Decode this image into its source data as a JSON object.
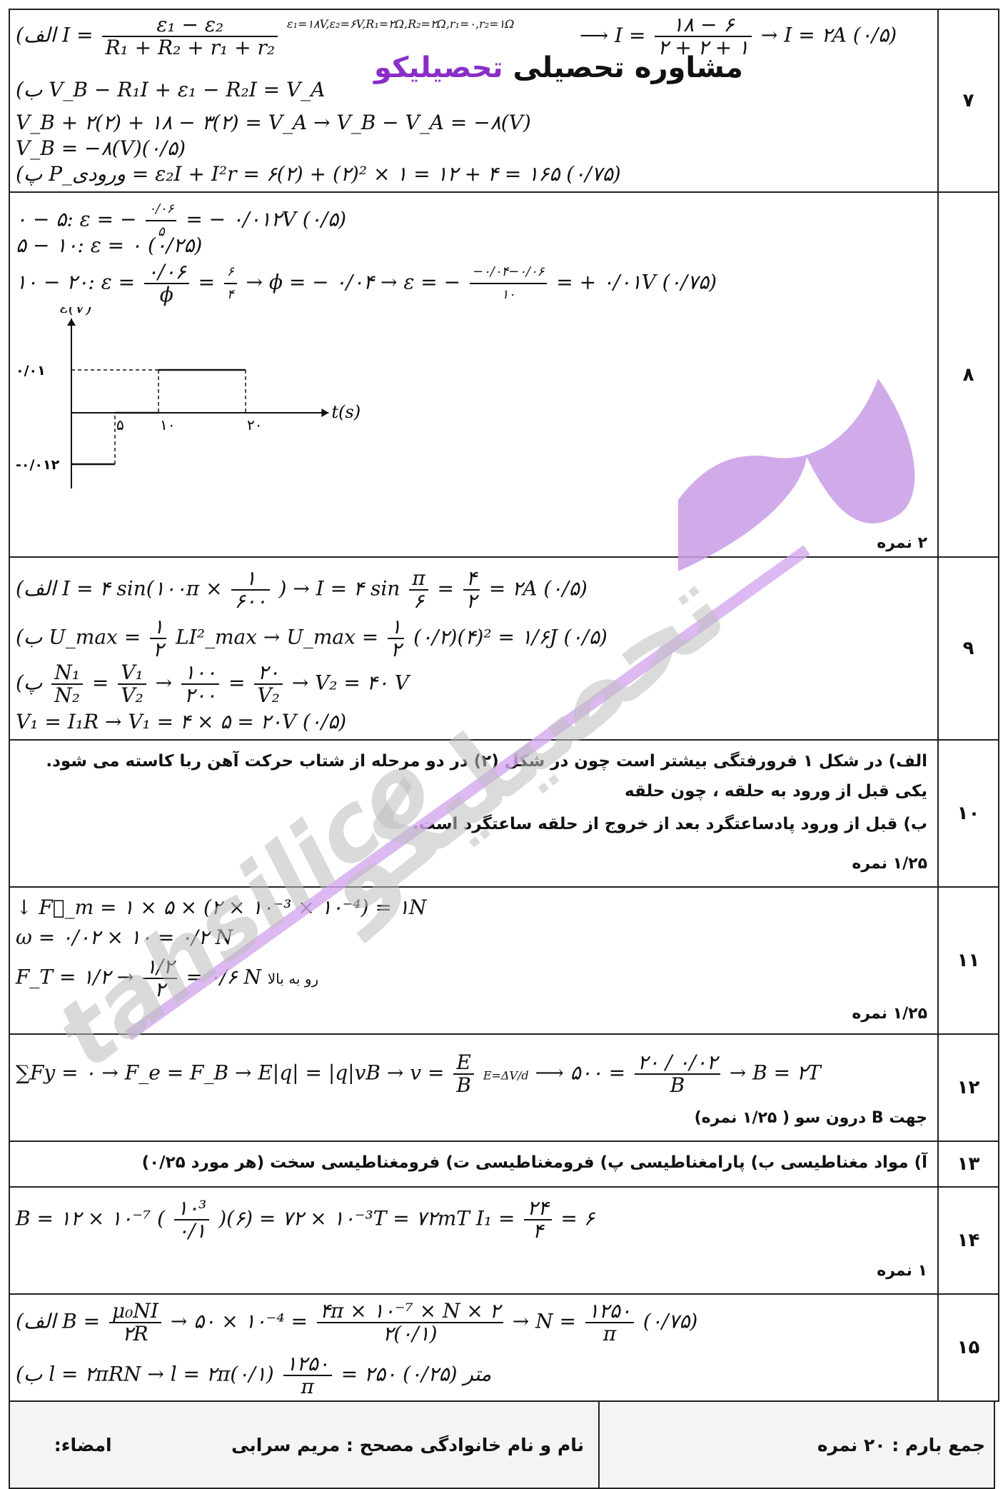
{
  "brand": {
    "part1": "مشاوره تحصیلی",
    "part2": "تحصیلیکو"
  },
  "watermark": {
    "text_fa": "تحصیلیکو",
    "text_en": "tahsilico"
  },
  "q7": {
    "number": "۷",
    "l1": "(الف I =",
    "l1_num": "ε₁ − ε₂",
    "l1_den": "R₁ + R₂ + r₁ + r₂",
    "l1_cond": "ε₁=۱۸V,ε₂=۶V,R₁=۲Ω,R₂=۲Ω,r₁=۰,r₂=۱Ω",
    "l1_arrow": "⟶ I =",
    "l1_num2": "۱۸ − ۶",
    "l1_den2": "۲ + ۲ + ۱",
    "l1_tail": "→ I = ۲A   (۰/۵)",
    "l2": "(ب V_B − R₁I + ε₁ − R₂I = V_A",
    "l3": "V_B + ۲(۲) + ۱۸ − ۳(۲) = V_A → V_B − V_A = −۸(V)",
    "l4": "V_B = −۸(V)(۰/۵)",
    "l5": "(پ P_ورودی = ε₂I + I²r = ۶(۲) + (۲)² × ۱ = ۱۲ + ۴ = ۱۶۵   (۰/۷۵)"
  },
  "q8": {
    "number": "۸",
    "l1": "۰ − ۵: ε = −",
    "l1_num": "۰/۰۶",
    "l1_den": "۵",
    "l1_tail": "= − ۰/۰۱۲V  (۰/۵)",
    "l2": "۵ − ۱۰: ε = ۰ (۰/۲۵)",
    "l3": "۱۰ − ۲۰: ε =",
    "l3_n1": "۰/۰۶",
    "l3_d1": "ϕ",
    "l3_eq": "=",
    "l3_n2": "۶",
    "l3_d2": "۴",
    "l3_mid": "→ ϕ = − ۰/۰۴ → ε = −",
    "l3_n3": "−۰/۰۴−۰/۰۶",
    "l3_d3": "۱۰",
    "l3_tail": "= + ۰/۰۱V (۰/۷۵)",
    "mark": "۲ نمره"
  },
  "chart_data": {
    "type": "line",
    "title": "",
    "xlabel": "t(s)",
    "ylabel": "ε(V)",
    "x_ticks": [
      "۵",
      "۱۰",
      "۲۰"
    ],
    "y_ticks": [
      "۰/۰۱",
      "-۰/۰۱۲"
    ],
    "series": [
      {
        "points": [
          [
            0,
            -0.012
          ],
          [
            5,
            -0.012
          ],
          [
            5,
            0
          ],
          [
            10,
            0
          ],
          [
            10,
            0.01
          ],
          [
            20,
            0.01
          ],
          [
            20,
            0
          ]
        ]
      }
    ],
    "xlim": [
      0,
      32
    ],
    "ylim": [
      -0.016,
      0.022
    ]
  },
  "q9": {
    "number": "۹",
    "l1a": "(الف I = ۴ sin(۱۰۰π ×",
    "l1_n1": "۱",
    "l1_d1": "۶۰۰",
    "l1b": ") → I = ۴ sin",
    "l1_n2": "π",
    "l1_d2": "۶",
    "l1c": "=",
    "l1_n3": "۴",
    "l1_d3": "۲",
    "l1d": "= ۲A   (۰/۵)",
    "l2a": "(ب U_max =",
    "l2_n": "۱",
    "l2_d": "۲",
    "l2b": "LI²_max → U_max =",
    "l2_n2": "۱",
    "l2_d2": "۲",
    "l2c": "(۰/۲)(۴)² = ۱/۶J   (۰/۵)",
    "l3a": "(پ",
    "l3_n1": "N₁",
    "l3_d1": "N₂",
    "l3_eq1": "=",
    "l3_n2": "V₁",
    "l3_d2": "V₂",
    "l3_ar1": "→",
    "l3_n3": "۱۰۰",
    "l3_d3": "۲۰۰",
    "l3_eq2": "=",
    "l3_n4": "۲۰",
    "l3_d4": "V₂",
    "l3b": "→ V₂ = ۴۰ V",
    "l4": "V₁ = I₁R → V₁ = ۴ × ۵ = ۲۰V   (۰/۵)"
  },
  "q10": {
    "number": "۱۰",
    "l1": "الف) در شکل ۱ فرورفتگی بیشتر است چون در شکل (۲) در دو مرحله از شتاب حرکت آهن ربا کاسته می شود. یکی قبل از ورود به حلقه ، چون حلقه",
    "l2": "ب) قبل از ورود پادساعتگرد بعد از خروج از حلقه ساعتگرد است.",
    "mark": "۱/۲۵ نمره"
  },
  "q11": {
    "number": "۱۱",
    "l1": "↓ F⃗_m = ۱ × ۵ × (۲ × ۱۰⁻³ × ۱۰⁻⁴) = ۱N",
    "l2": "ω = ۰/۰۲ × ۱۰ = ۰/۲ N",
    "l3a": "F_T = ۱/۲ →",
    "l3_n": "۱/۲",
    "l3_d": "۲",
    "l3b": "= ۰/۶ N",
    "l3_dir": "رو به بالا",
    "mark": "۱/۲۵ نمره"
  },
  "q12": {
    "number": "۱۲",
    "l1a": "∑Fy = ۰ → F_e = F_B → E|q| = |q|vB → v =",
    "l1_n": "E",
    "l1_d": "B",
    "l1_cond": "E=ΔV/d",
    "l1b": "⟶  ۵۰۰ =",
    "l1_n2": "۲۰ / ۰/۰۲",
    "l1_d2": "B",
    "l1c": "→ B = ۲T",
    "l2": "جهت B درون سو  ( ۱/۲۵ نمره)"
  },
  "q13": {
    "number": "۱۳",
    "l1": "آ) مواد مغناطیسی  ب) پارامغناطیسی    پ) فرومغناطیسی    ت) فرومغناطیسی سخت  (هر مورد ۰/۲۵)"
  },
  "q14": {
    "number": "۱۴",
    "l1a": "B = ۱۲ × ۱۰⁻⁷ (",
    "l1_n": "۱۰³",
    "l1_d": "۰/۱",
    "l1b": ")(۶) = ۷۲ × ۱۰⁻³T = ۷۲mT      I₁ =",
    "l1_n2": "۲۴",
    "l1_d2": "۴",
    "l1c": "= ۶",
    "mark": "۱ نمره"
  },
  "q15": {
    "number": "۱۵",
    "l1a": "(الف B =",
    "l1_n": "μ₀NI",
    "l1_d": "۲R",
    "l1b": "→ ۵۰ × ۱۰⁻⁴ =",
    "l1_n2": "۴π × ۱۰⁻⁷ × N × ۲",
    "l1_d2": "۲(۰/۱)",
    "l1c": "→ N =",
    "l1_n3": "۱۲۵۰",
    "l1_d3": "π",
    "l1d": "(۰/۷۵)",
    "l2a": "(ب l = ۲πRN → l = ۲π(۰/۱)",
    "l2_n": "۱۲۵۰",
    "l2_d": "π",
    "l2b": "= ۲۵۰ متر (۰/۲۵)"
  },
  "footer": {
    "total": "جمع بارم : ۲۰ نمره",
    "grader": "نام و نام خانوادگی مصحح : مریم سرابی",
    "signature": "امضاء:"
  }
}
